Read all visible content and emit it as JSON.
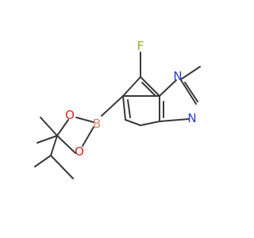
{
  "molecule": {
    "atoms": {
      "fluorine": {
        "label": "F",
        "color": "#9ea72a"
      },
      "nitrogen_methyl": {
        "label": "N",
        "color": "#2b3bd6"
      },
      "nitrogen_imine": {
        "label": "N",
        "color": "#2b3bd6"
      },
      "boron": {
        "label": "B",
        "color": "#d08a6c"
      },
      "oxygen_top": {
        "label": "O",
        "color": "#e0231c"
      },
      "oxygen_bottom": {
        "label": "O",
        "color": "#e0231c"
      }
    },
    "bond_color": "#3a3a3a"
  }
}
